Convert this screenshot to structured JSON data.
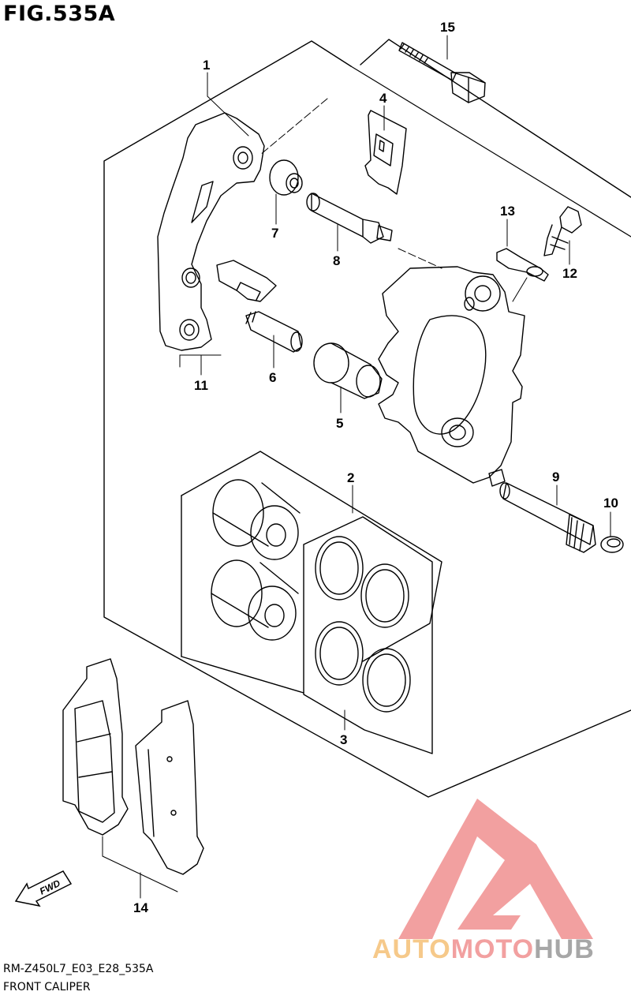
{
  "figure": {
    "title": "FIG.535A",
    "code": "RM-Z450L7_E03_E28_535A",
    "name": "FRONT CALIPER"
  },
  "callouts": [
    "15",
    "1",
    "4",
    "7",
    "8",
    "13",
    "12",
    "11",
    "6",
    "5",
    "2",
    "9",
    "10",
    "3",
    "14"
  ],
  "direction_marker": "FWD",
  "watermark": {
    "part1": "AUTO",
    "part2": "MOTO",
    "part3": "HUB",
    "color_logo": "#f2a0a0",
    "color_auto": "#f6c98a",
    "color_moto": "#f2a0a0",
    "color_hub": "#a7a7a7"
  }
}
